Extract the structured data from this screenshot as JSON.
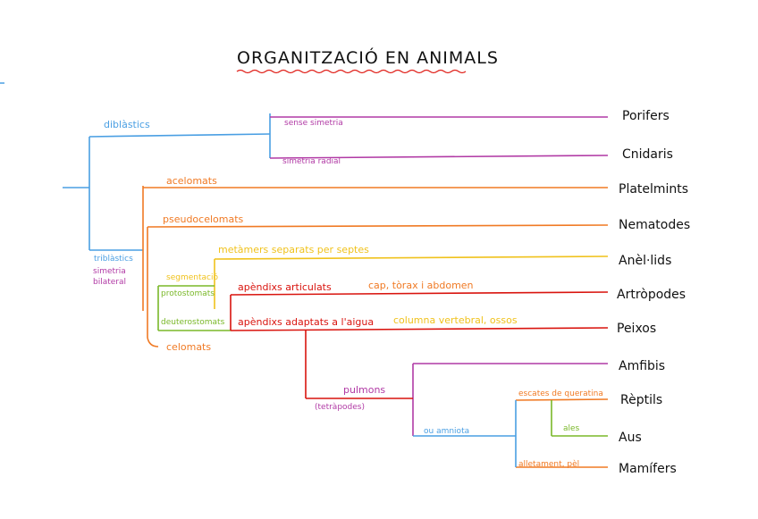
{
  "title": "ORGANITZACIÓ EN ANIMALS",
  "colors": {
    "blue": "#4a9fe3",
    "magenta": "#b13aa5",
    "orange": "#f07a24",
    "yellow": "#f0c21c",
    "green": "#7ab829",
    "red": "#d9140e",
    "ink": "#111111"
  },
  "taxa": {
    "porifers": "Porifers",
    "cnidaris": "Cnidaris",
    "platelmints": "Platelmints",
    "nematodes": "Nematodes",
    "anelids": "Anèl·lids",
    "artropodes": "Artròpodes",
    "peixos": "Peixos",
    "amfibis": "Amfibis",
    "reptils": "Rèptils",
    "aus": "Aus",
    "mamifers": "Mamífers"
  },
  "labels": {
    "diblastics": "diblàstics",
    "sense_simetria": "sense simetria",
    "simetria_radial": "simetria radial",
    "triblastics": "triblàstics",
    "simetria_bilateral_1": "simetria",
    "simetria_bilateral_2": "bilateral",
    "acelomats": "acelomats",
    "pseudocelomats": "pseudocelomats",
    "celomats": "celomats",
    "segmentacio": "segmentació",
    "protostomats": "protostomats",
    "deuterostomats": "deuterostomats",
    "metameres": "metàmers separats per septes",
    "apendixs_articulats": "apèndixs articulats",
    "cap_torax": "cap, tòrax i abdomen",
    "apendixs_adaptats": "apèndixs adaptats a l'aigua",
    "columna": "columna vertebral, ossos",
    "pulmons": "pulmons",
    "tetrapodes": "(tetràpodes)",
    "ou_amniota": "ou amniota",
    "escates": "escates de queratina",
    "ales": "ales",
    "alletament": "alletament, pèl"
  }
}
